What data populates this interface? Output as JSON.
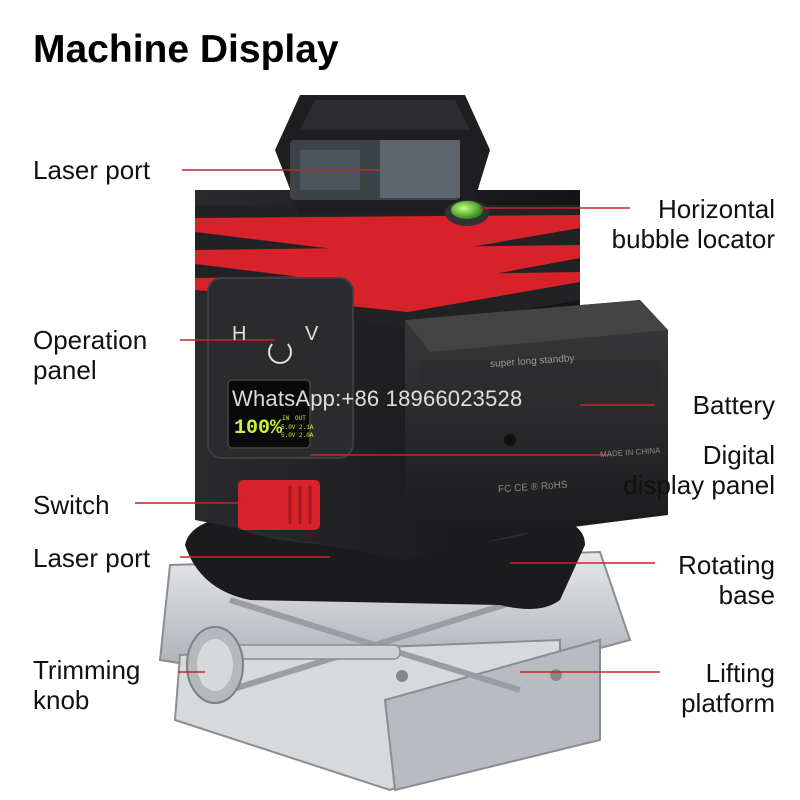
{
  "title": "Machine Display",
  "labels": {
    "laser_port_top": [
      "Laser port"
    ],
    "horizontal_bubble": [
      "Horizontal",
      "bubble locator"
    ],
    "operation_panel": [
      "Operation",
      "panel"
    ],
    "battery": [
      "Battery"
    ],
    "digital_display": [
      "Digital",
      "display panel"
    ],
    "switch": [
      "Switch"
    ],
    "laser_port_bottom": [
      "Laser port"
    ],
    "rotating_base": [
      "Rotating",
      "base"
    ],
    "trimming_knob": [
      "Trimming",
      "knob"
    ],
    "lifting_platform": [
      "Lifting",
      "platform"
    ]
  },
  "panel": {
    "button_h": "H",
    "button_v": "V",
    "display_value": "100%",
    "display_in": "IN",
    "display_out": "OUT",
    "display_row1": "5.0V 2.1A",
    "display_row2": "5.0V 2.0A"
  },
  "battery_text": {
    "caption": "super long standby",
    "made_in": "MADE IN CHINA",
    "marks": "FC CE ® RoHS"
  },
  "watermark": "WhatsApp:+86 18966023528",
  "colors": {
    "accent_red": "#d8222a",
    "body_black": "#1c1c1e",
    "metal": "#c9ccd0",
    "lcd_green": "#c8f03c"
  }
}
